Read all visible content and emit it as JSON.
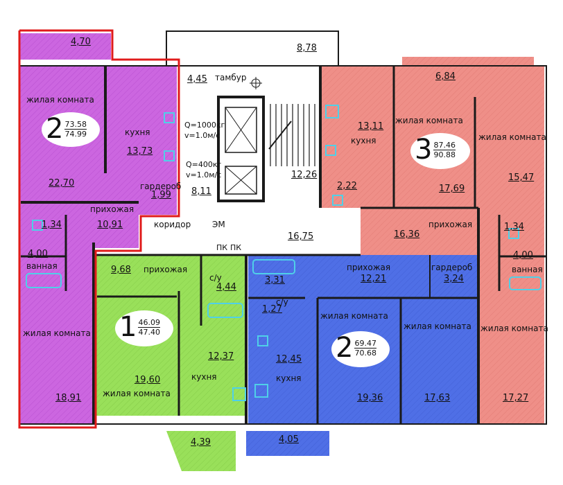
{
  "colors": {
    "apt2_left": "#cc66e0",
    "apt1": "#99e05a",
    "apt2_mid": "#4f6fe6",
    "apt3": "#ef8f88",
    "highlight_border": "#e01b1b",
    "wall": "#1a1a1a",
    "fixture": "#4fd0e8"
  },
  "apartments": {
    "apt_left": {
      "rooms": "2",
      "living_area": "73.58",
      "total_area": "74.99"
    },
    "apt_1": {
      "rooms": "1",
      "living_area": "46.09",
      "total_area": "47.40"
    },
    "apt_mid": {
      "rooms": "2",
      "living_area": "69.47",
      "total_area": "70.68"
    },
    "apt_3": {
      "rooms": "3",
      "living_area": "87.46",
      "total_area": "90.88"
    }
  },
  "labels": {
    "living_room": "жилая комната",
    "kitchen": "кухня",
    "hallway": "прихожая",
    "bathroom": "ванная",
    "wardrobe": "гардероб",
    "wc": "с/у",
    "vestibule": "тамбур",
    "corridor": "коридор",
    "em": "ЭМ",
    "pk": "ПК",
    "elevator_large": [
      "Q=1000кг",
      "v=1.0м/с"
    ],
    "elevator_small": [
      "Q=400кг",
      "v=1.0м/с"
    ]
  },
  "areas": {
    "left_balcony": "4,70",
    "left_living_top": "22,70",
    "left_kitchen": "13,73",
    "left_wardrobe": "1,99",
    "left_hall": "10,91",
    "left_wc": "1,34",
    "left_bath": "4,00",
    "left_living_bottom": "18,91",
    "vestibule": "4,45",
    "top_landing": "8,78",
    "stair": "12,26",
    "elev_lobby": "8,11",
    "corridor": "16,75",
    "a1_hall": "9,68",
    "a1_wc": "4,44",
    "a1_living": "19,60",
    "a1_kitchen": "12,37",
    "a1_balcony": "4,39",
    "m_hall_small": "3,31",
    "m_hall": "12,21",
    "m_wardrobe": "3,24",
    "m_wc": "1,27",
    "m_kitchen": "12,45",
    "m_living1": "19,36",
    "m_living2": "17,63",
    "m_balcony": "4,05",
    "r_balcony": "6,84",
    "r_kitchen": "13,11",
    "r_wc": "2,22",
    "r_living_mid": "17,69",
    "r_living_right": "15,47",
    "r_hall": "16,36",
    "r_wc2": "1,34",
    "r_bath": "4,00",
    "r_living_bottom": "17,27"
  }
}
